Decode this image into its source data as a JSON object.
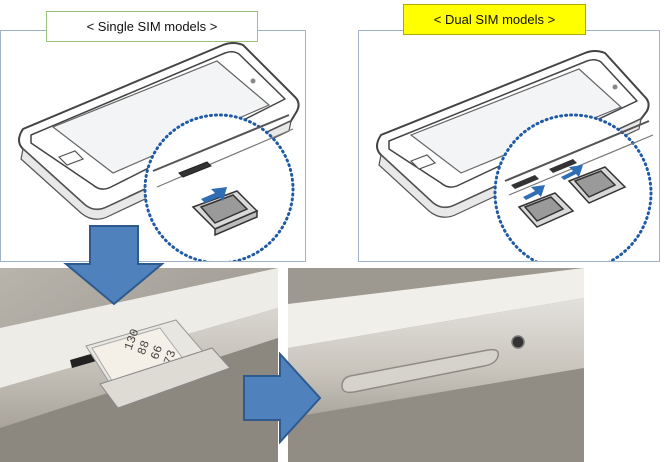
{
  "single_label": "< Single SIM models >",
  "dual_label": "< Dual SIM models >",
  "sim_card_print": [
    "130",
    "88",
    "66",
    "73"
  ],
  "colors": {
    "arrow_fill": "#4f81bd",
    "arrow_stroke": "#2e5a8e",
    "dotted_circle": "#1f5aa6",
    "dual_label_bg": "#ffff00",
    "panel_border": "#9fb3c8"
  },
  "icons": [
    "down-arrow-icon",
    "right-arrow-icon",
    "insert-arrow-icon"
  ]
}
